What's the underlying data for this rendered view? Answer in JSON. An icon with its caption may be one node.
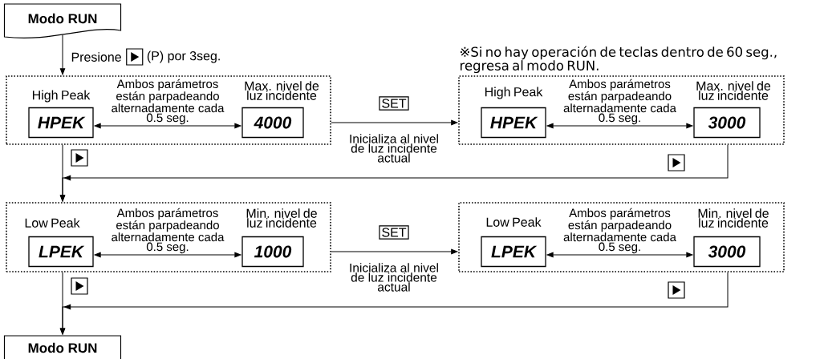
{
  "diagram": {
    "nodes": [
      {
        "text": [
          "Modo RUN"
        ]
      },
      {
        "text": [],
        "shape": "box"
      },
      {
        "text": [
          "HPEK"
        ],
        "in": 1,
        "beside": [
          "High Peak"
        ]
      },
      {
        "text": [
          "4000"
        ],
        "in": 1,
        "beside": [
          "Max. nivel de luz incidente"
        ]
      },
      {
        "text": [],
        "shape": "box"
      },
      {
        "text": [
          "HPEK"
        ],
        "in": 4,
        "beside": [
          "High Peak"
        ]
      },
      {
        "text": [
          "3000"
        ],
        "in": 4,
        "beside": [
          "Max. nivel de luz incidente"
        ]
      },
      {
        "text": [],
        "shape": "box"
      },
      {
        "text": [
          "LPEK"
        ],
        "in": 7,
        "beside": [
          "Low Peak"
        ]
      },
      {
        "text": [
          "1000"
        ],
        "in": 7,
        "beside": [
          "Min. nivel de luz incidente"
        ]
      },
      {
        "text": [],
        "shape": "box"
      },
      {
        "text": [
          "LPEK"
        ],
        "in": 10,
        "beside": [
          "Low Peak"
        ]
      },
      {
        "text": [
          "3000"
        ],
        "in": 10,
        "beside": [
          "Min. nivel de luz incidente"
        ]
      },
      {
        "text": [
          "Modo RUN"
        ]
      }
    ],
    "edges": [
      {
        "from": 0,
        "to": 1,
        "arrow": "to",
        "label": "Presione"
      },
      {
        "from": 1,
        "to": 4,
        "arrow": "to",
        "label": "SET"
      },
      {
        "from": 1,
        "to": 7,
        "arrow": "to"
      },
      {
        "from": 4,
        "to": 7,
        "arrow": "to"
      },
      {
        "from": 7,
        "to": 10,
        "arrow": "to",
        "label": "SET"
      },
      {
        "from": 7,
        "to": 13,
        "arrow": "to"
      },
      {
        "from": 10,
        "to": 13,
        "arrow": "to"
      },
      {
        "from": 2,
        "to": 3,
        "arrow": "both",
        "label": "Ambos parámetros están parpadeando alternadamente cada 0.5 seg."
      },
      {
        "from": 5,
        "to": 6,
        "arrow": "both",
        "label": "Ambos parámetros están parpadeando alternadamente cada 0.5 seg."
      },
      {
        "from": 8,
        "to": 9,
        "arrow": "both",
        "label": "Ambos parámetros están parpadeando alternadamente cada 0.5 seg."
      },
      {
        "from": 11,
        "to": 12,
        "arrow": "both",
        "label": "Ambos parámetros están parpadeando alternadamente cada 0.5 seg."
      }
    ],
    "labels": [
      "※Si no hay operación de teclas dentro de 60 seg., regresa al modo RUN.",
      "(P) por 3seg.",
      "Inicializa al nivel de luz incidente actual",
      "Inicializa al nivel de luz incidente actual"
    ]
  }
}
